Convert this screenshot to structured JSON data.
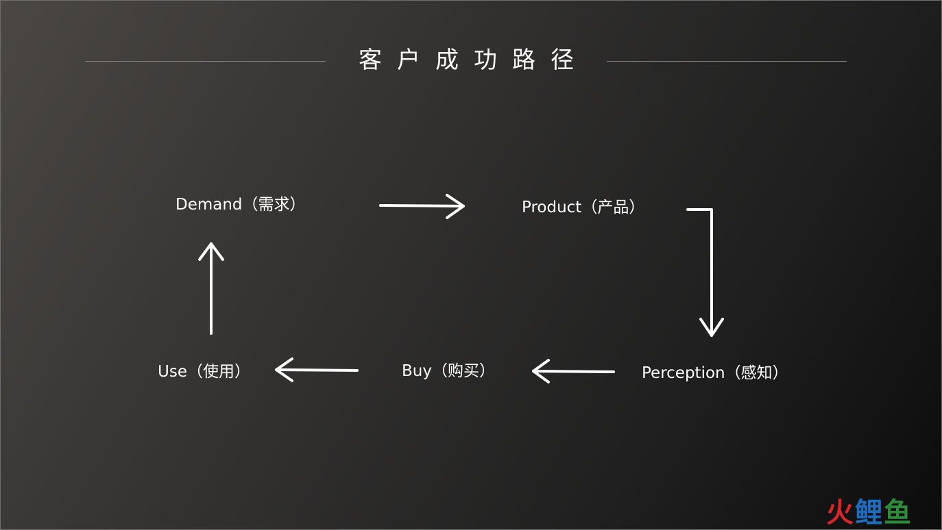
{
  "title": "客户成功路径",
  "nodes": {
    "demand": "Demand（需求）",
    "product": "Product（产品）",
    "perception": "Perception（感知）",
    "buy": "Buy（购买）",
    "use": "Use（使用）"
  },
  "watermark": [
    "火",
    "鲤",
    "鱼"
  ],
  "colors": {
    "text": "#ffffff",
    "divider": "#8a8886",
    "watermark": [
      "#d9262c",
      "#1e6ec0",
      "#2e8b3a"
    ]
  }
}
